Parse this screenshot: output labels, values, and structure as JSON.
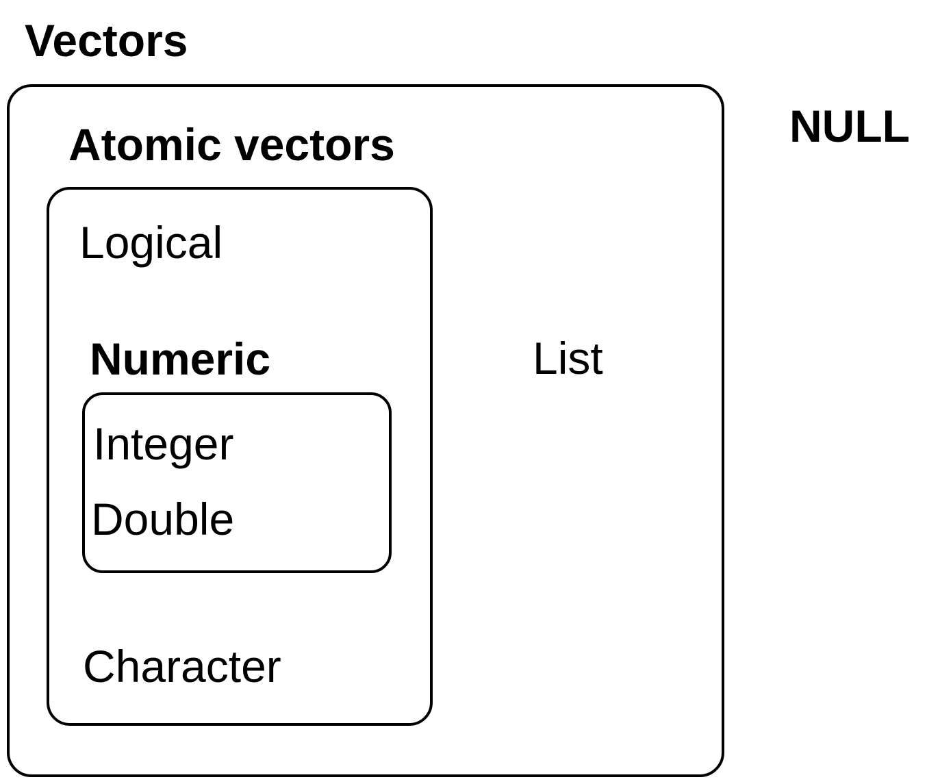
{
  "diagram": {
    "title": "Vectors",
    "colors": {
      "background": "#ffffff",
      "stroke": "#000000",
      "text": "#000000"
    },
    "hierarchy": {
      "vectors": {
        "label": "Vectors",
        "children": {
          "atomic_vectors": {
            "label": "Atomic vectors",
            "children": {
              "logical": {
                "label": "Logical"
              },
              "numeric": {
                "label": "Numeric",
                "children": {
                  "integer": {
                    "label": "Integer"
                  },
                  "double": {
                    "label": "Double"
                  }
                }
              },
              "character": {
                "label": "Character"
              }
            }
          },
          "list": {
            "label": "List"
          }
        }
      },
      "null": {
        "label": "NULL"
      }
    }
  }
}
